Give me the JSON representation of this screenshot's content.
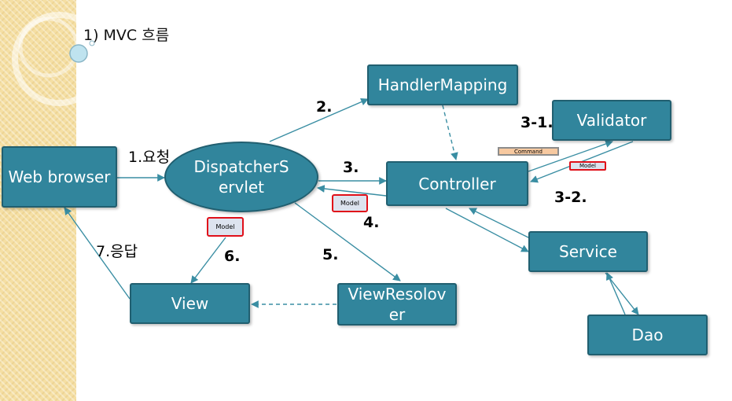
{
  "title": "1) MVC 흐름",
  "nodes": {
    "web_browser": "Web browser",
    "dispatcher": "DispatcherS ervlet",
    "handler_mapping": "HandlerMapping",
    "validator": "Validator",
    "controller": "Controller",
    "service": "Service",
    "dao": "Dao",
    "view": "View",
    "view_resolver": "ViewResolov er"
  },
  "labels": {
    "step1": "1.요청",
    "step2": "2.",
    "step3": "3.",
    "step3_1": "3-1.",
    "step3_2": "3-2.",
    "step4": "4.",
    "step5": "5.",
    "step6": "6.",
    "step7": "7.응답"
  },
  "chips": {
    "command": "Command",
    "model": "Model"
  },
  "colors": {
    "node_fill": "#31859c",
    "node_border": "#215f70",
    "arrow": "#3a8ea3",
    "model_border": "#e0101a"
  }
}
